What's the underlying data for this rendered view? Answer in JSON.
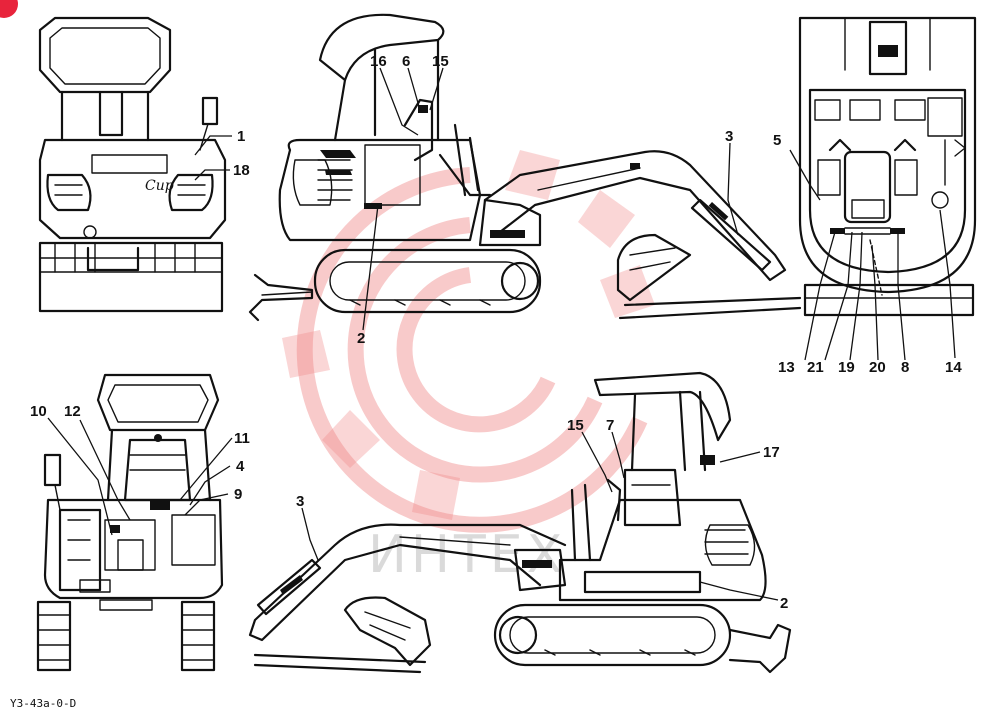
{
  "colors": {
    "line": "#111111",
    "background": "#ffffff",
    "watermark": "#f08a8a",
    "corner_badge": "#e8243c"
  },
  "watermark_text": "ИНТЕХ",
  "decal_text": "Cup",
  "drawing_code": "Y3-43a-0-D",
  "callouts": {
    "c1": "1",
    "c18": "18",
    "c16": "16",
    "c6": "6",
    "c15a": "15",
    "c3a": "3",
    "c2a": "2",
    "c5": "5",
    "c13": "13",
    "c21": "21",
    "c19": "19",
    "c20": "20",
    "c8": "8",
    "c14": "14",
    "c10": "10",
    "c12": "12",
    "c11": "11",
    "c4": "4",
    "c9": "9",
    "c3b": "3",
    "c15b": "15",
    "c7": "7",
    "c17": "17",
    "c2b": "2"
  }
}
